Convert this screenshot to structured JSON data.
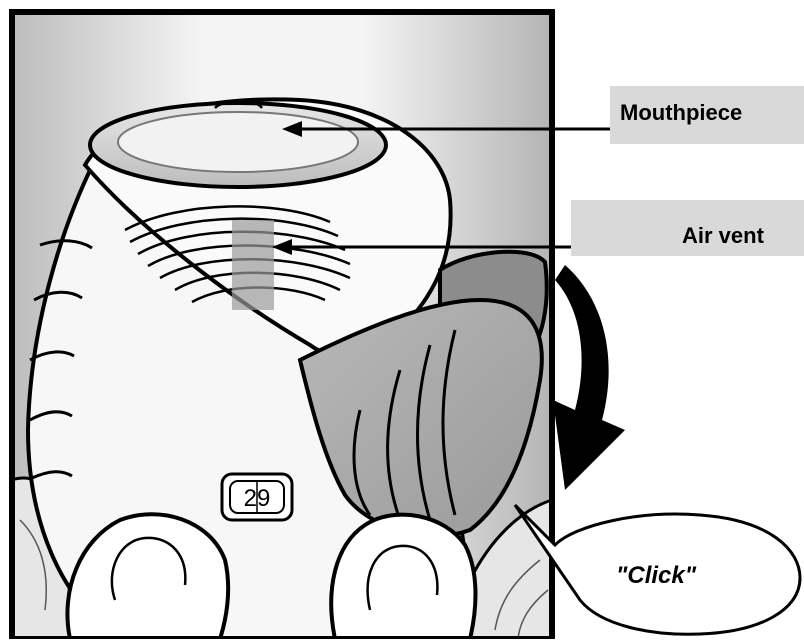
{
  "labels": {
    "mouthpiece": "Mouthpiece",
    "air_vent": "Air vent",
    "click": "\"Click\"",
    "dose_counter": "29"
  },
  "colors": {
    "frame": "#000000",
    "label_band": "#d9d9d9",
    "device_body": "#f4f4f4",
    "cover": "#aaaaaa",
    "background_light": "#f2f2f2",
    "background_dark": "#b8b8b8"
  },
  "icons": [
    "arrow-pointer-icon",
    "rotation-arrow-icon",
    "speech-bubble-icon"
  ]
}
